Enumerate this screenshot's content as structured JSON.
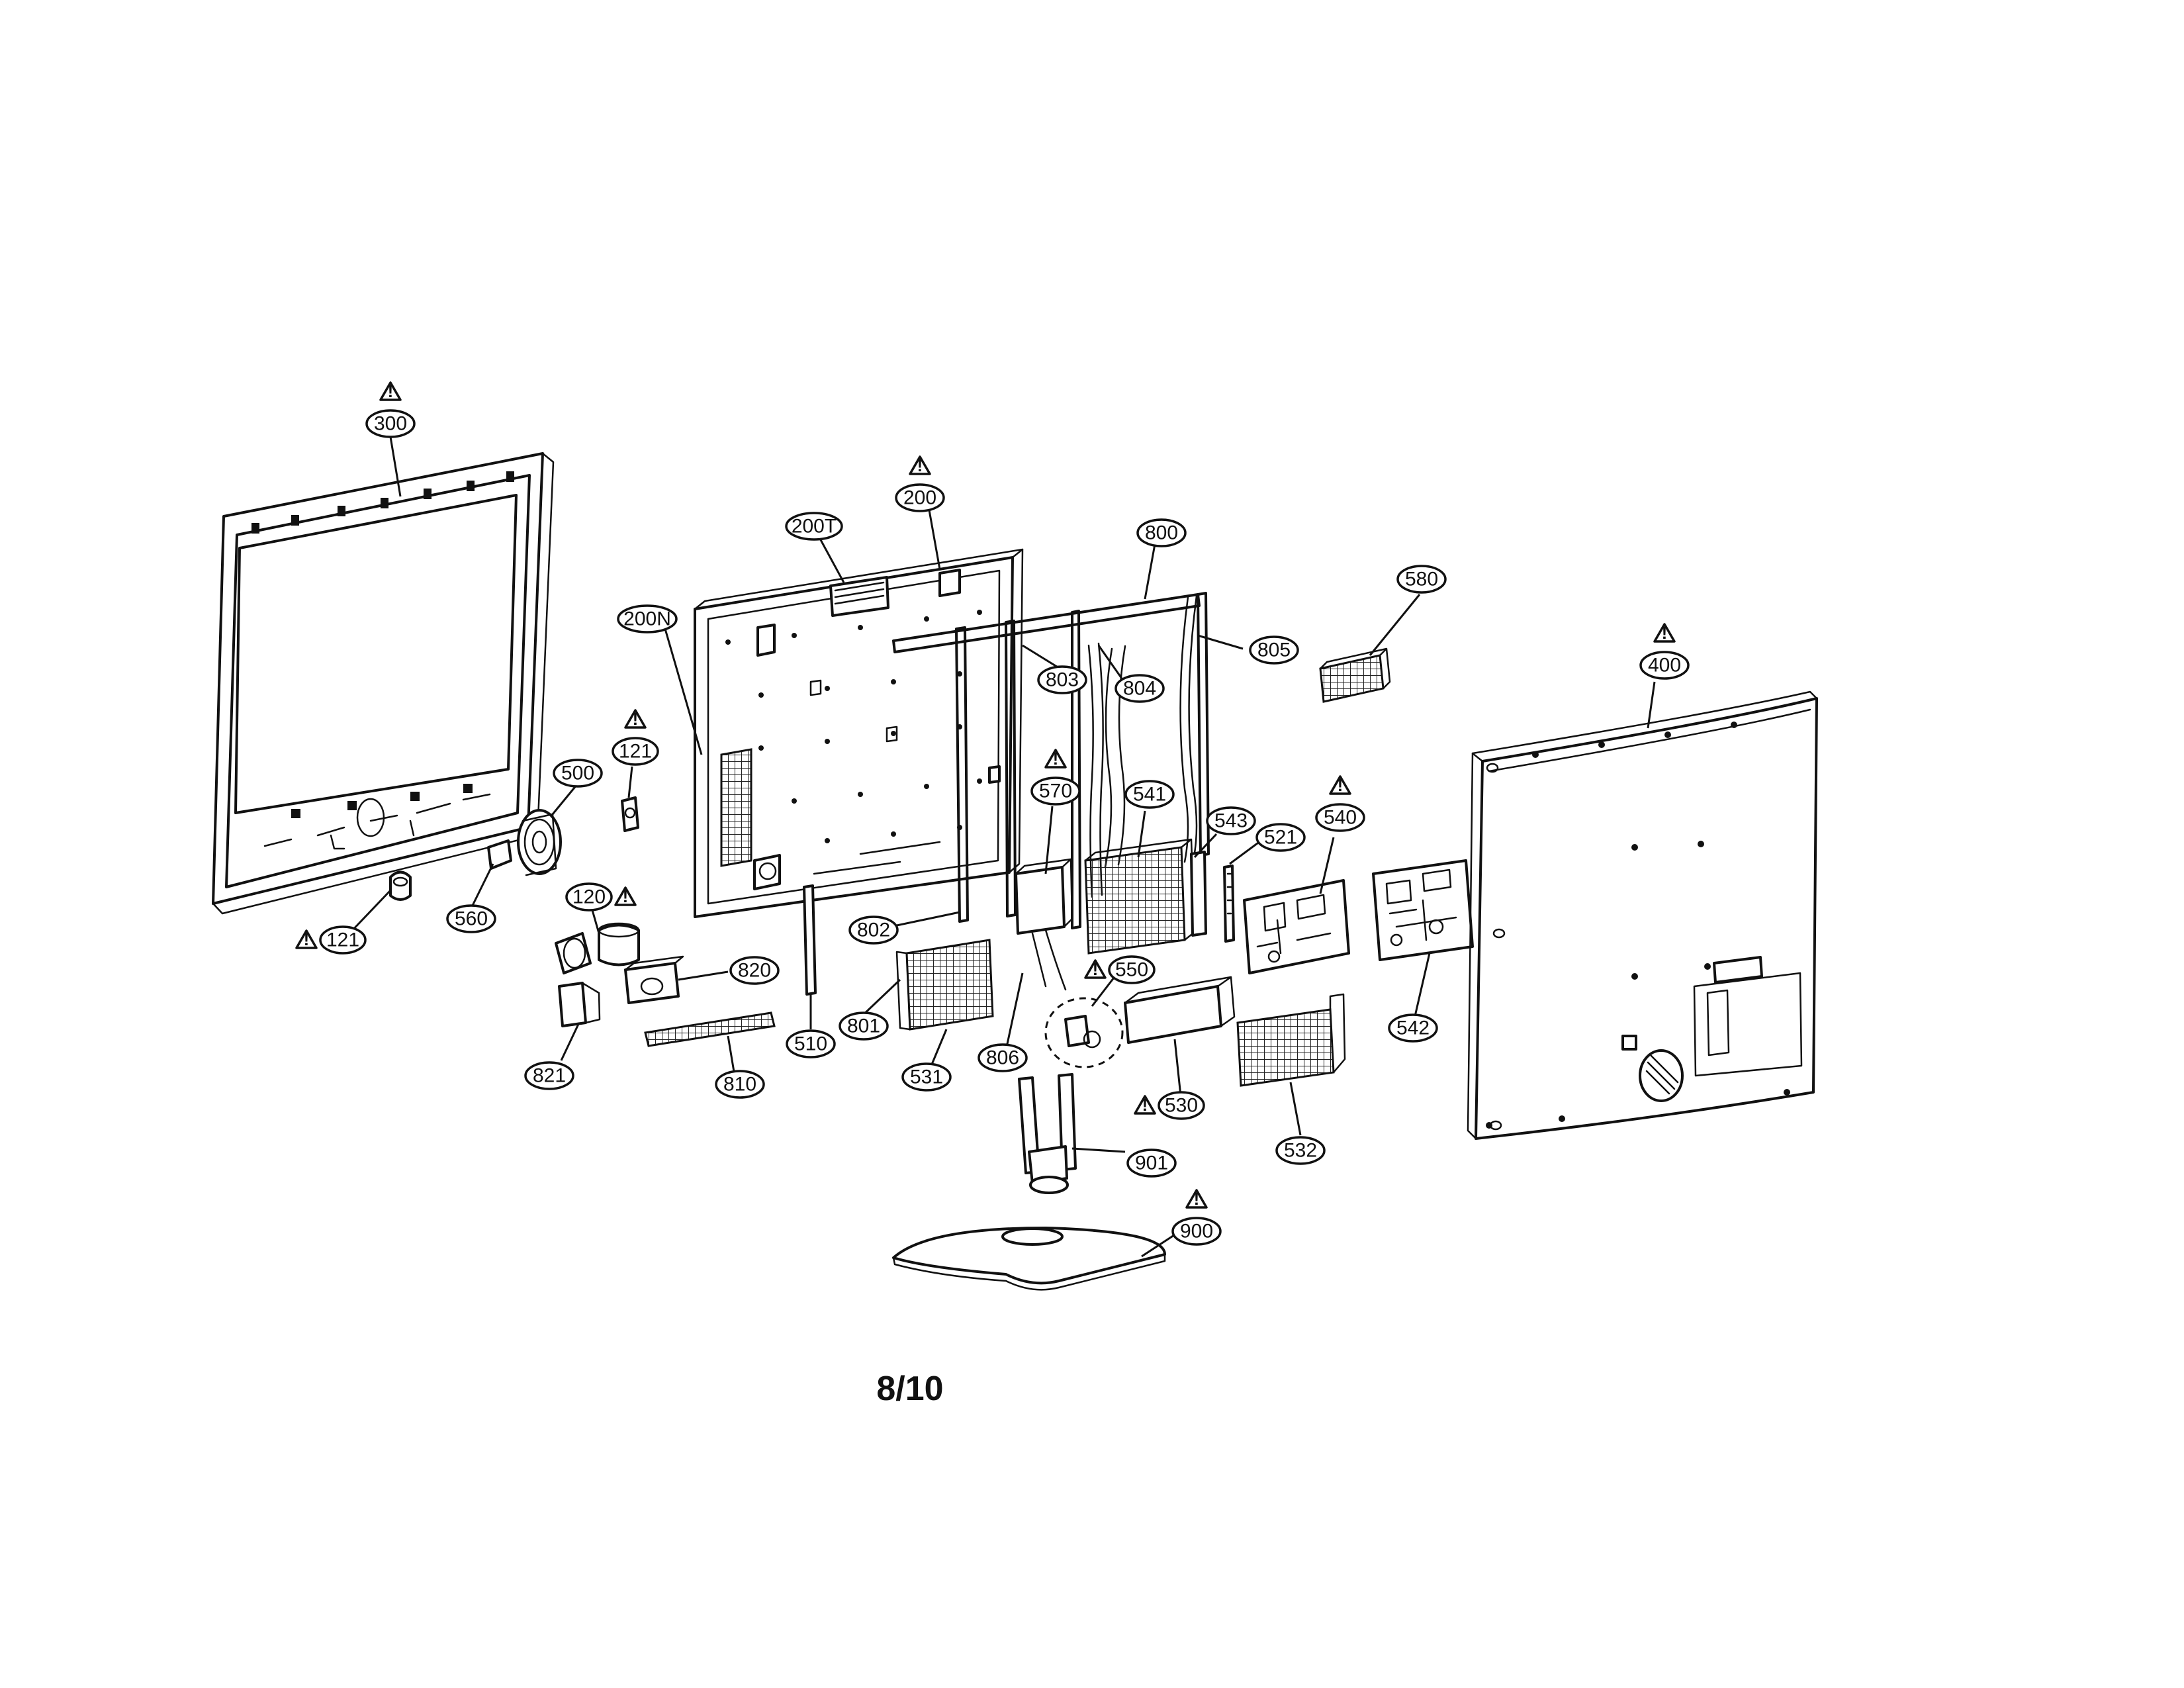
{
  "page_number": "8/10",
  "part_callouts": [
    {
      "label": "300",
      "warning": true
    },
    {
      "label": "200",
      "warning": true
    },
    {
      "label": "200T",
      "warning": false
    },
    {
      "label": "200N",
      "warning": false
    },
    {
      "label": "800",
      "warning": false
    },
    {
      "label": "803",
      "warning": false
    },
    {
      "label": "804",
      "warning": false
    },
    {
      "label": "805",
      "warning": false
    },
    {
      "label": "580",
      "warning": false
    },
    {
      "label": "400",
      "warning": true
    },
    {
      "label": "121",
      "warning": true
    },
    {
      "label": "500",
      "warning": false
    },
    {
      "label": "570",
      "warning": true
    },
    {
      "label": "541",
      "warning": false
    },
    {
      "label": "543",
      "warning": false
    },
    {
      "label": "521",
      "warning": false
    },
    {
      "label": "540",
      "warning": true
    },
    {
      "label": "121",
      "warning": true
    },
    {
      "label": "560",
      "warning": false
    },
    {
      "label": "120",
      "warning": true
    },
    {
      "label": "802",
      "warning": false
    },
    {
      "label": "820",
      "warning": false
    },
    {
      "label": "550",
      "warning": true
    },
    {
      "label": "510",
      "warning": false
    },
    {
      "label": "801",
      "warning": false
    },
    {
      "label": "806",
      "warning": false
    },
    {
      "label": "542",
      "warning": false
    },
    {
      "label": "821",
      "warning": false
    },
    {
      "label": "810",
      "warning": false
    },
    {
      "label": "531",
      "warning": false
    },
    {
      "label": "530",
      "warning": true
    },
    {
      "label": "532",
      "warning": false
    },
    {
      "label": "901",
      "warning": false
    },
    {
      "label": "900",
      "warning": true
    }
  ]
}
